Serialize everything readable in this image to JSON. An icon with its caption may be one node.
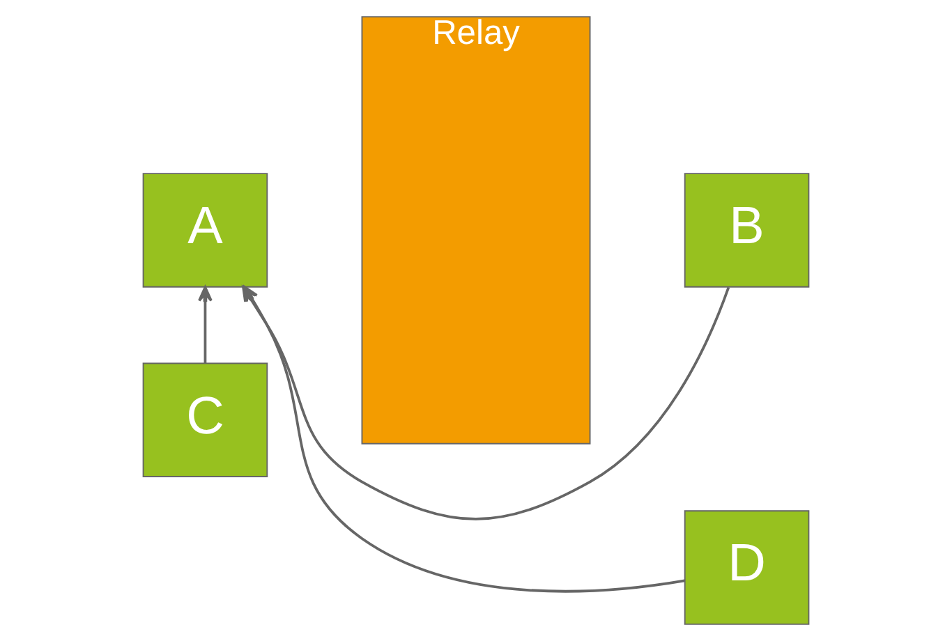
{
  "diagram": {
    "nodes": [
      {
        "text": [
          "Relay"
        ]
      },
      {
        "text": [
          "A"
        ]
      },
      {
        "text": [
          "B"
        ]
      },
      {
        "text": [
          "C"
        ]
      },
      {
        "text": [
          "D"
        ]
      }
    ],
    "edges": [
      {
        "from": 2,
        "to": 1,
        "arrow": "to"
      },
      {
        "from": 4,
        "to": 1,
        "arrow": "to"
      },
      {
        "from": 3,
        "to": 1,
        "arrow": "to"
      }
    ]
  }
}
